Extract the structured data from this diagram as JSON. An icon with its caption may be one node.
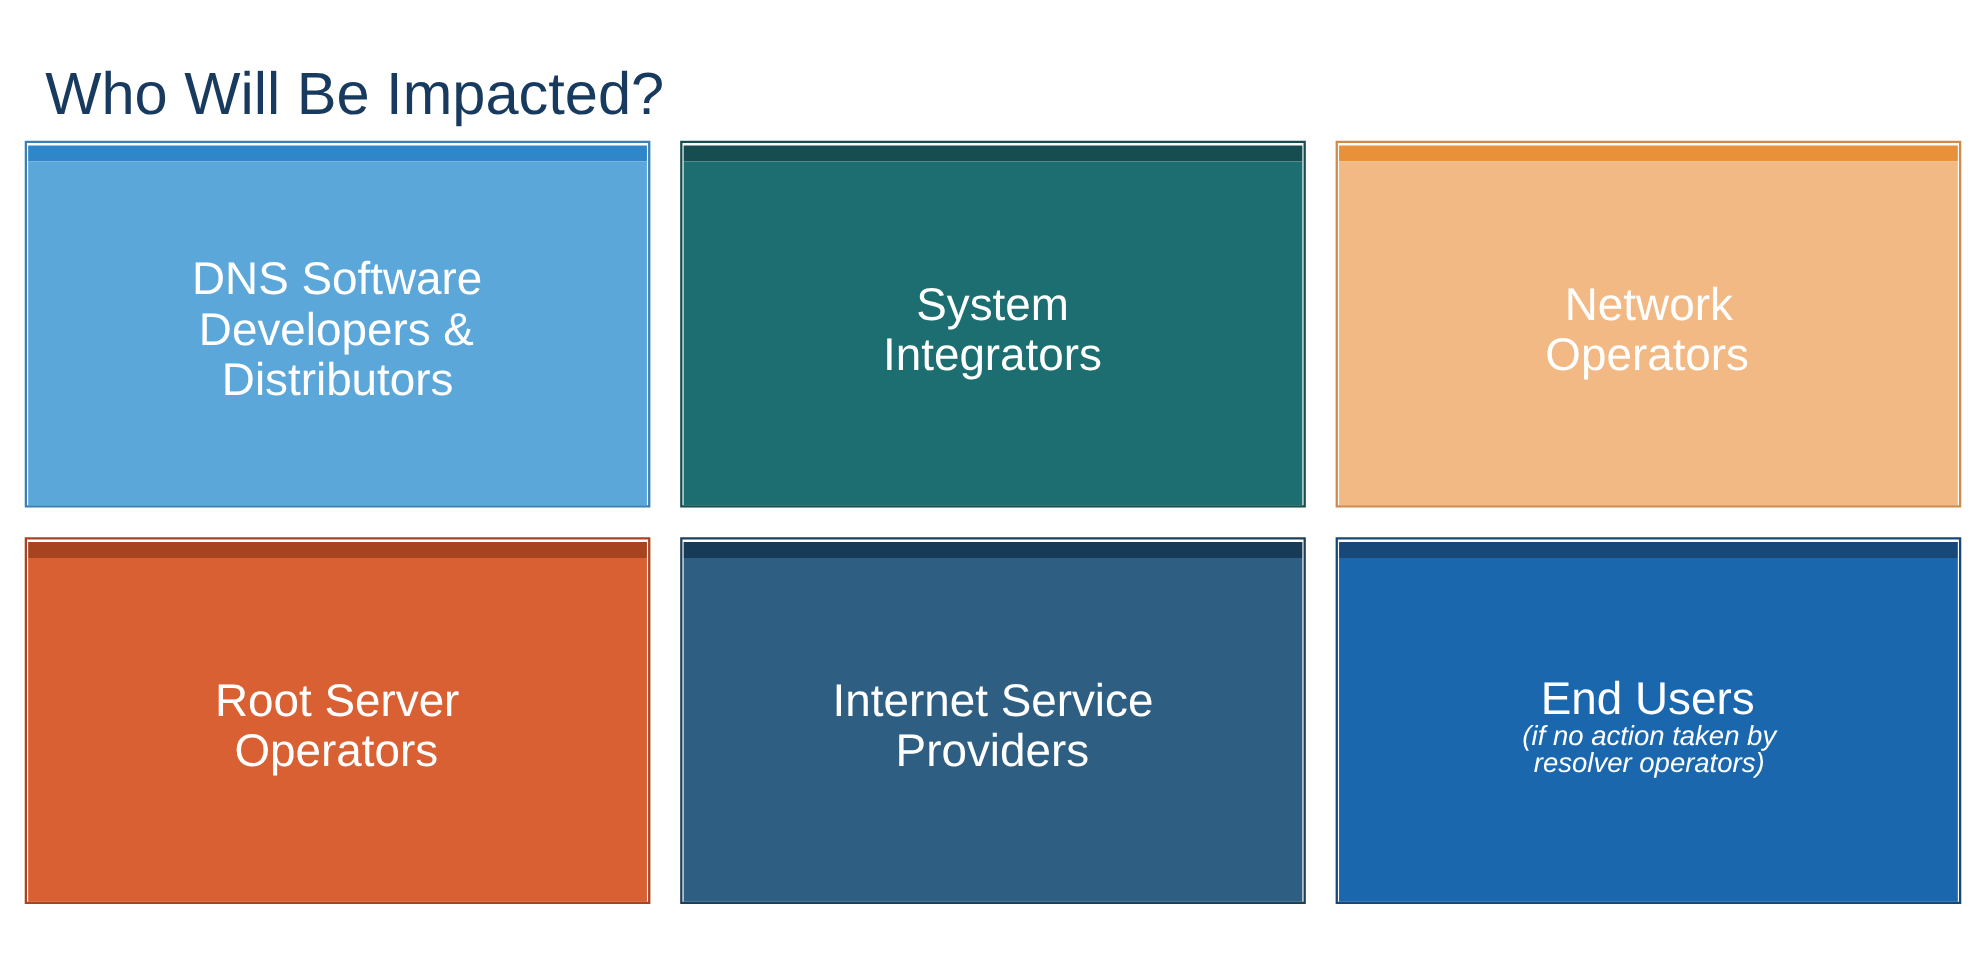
{
  "diagram": {
    "title": "Who Will Be Impacted?",
    "nodes": [
      {
        "text": [
          "DNS Software Developers & Distributors"
        ]
      },
      {
        "text": [
          "System Integrators"
        ]
      },
      {
        "text": [
          "Network Operators"
        ]
      },
      {
        "text": [
          "Root Server Operators"
        ]
      },
      {
        "text": [
          "Internet Service Providers"
        ]
      },
      {
        "text": [
          "End Users",
          "(if no action taken by resolver operators)"
        ]
      }
    ],
    "edges": []
  }
}
